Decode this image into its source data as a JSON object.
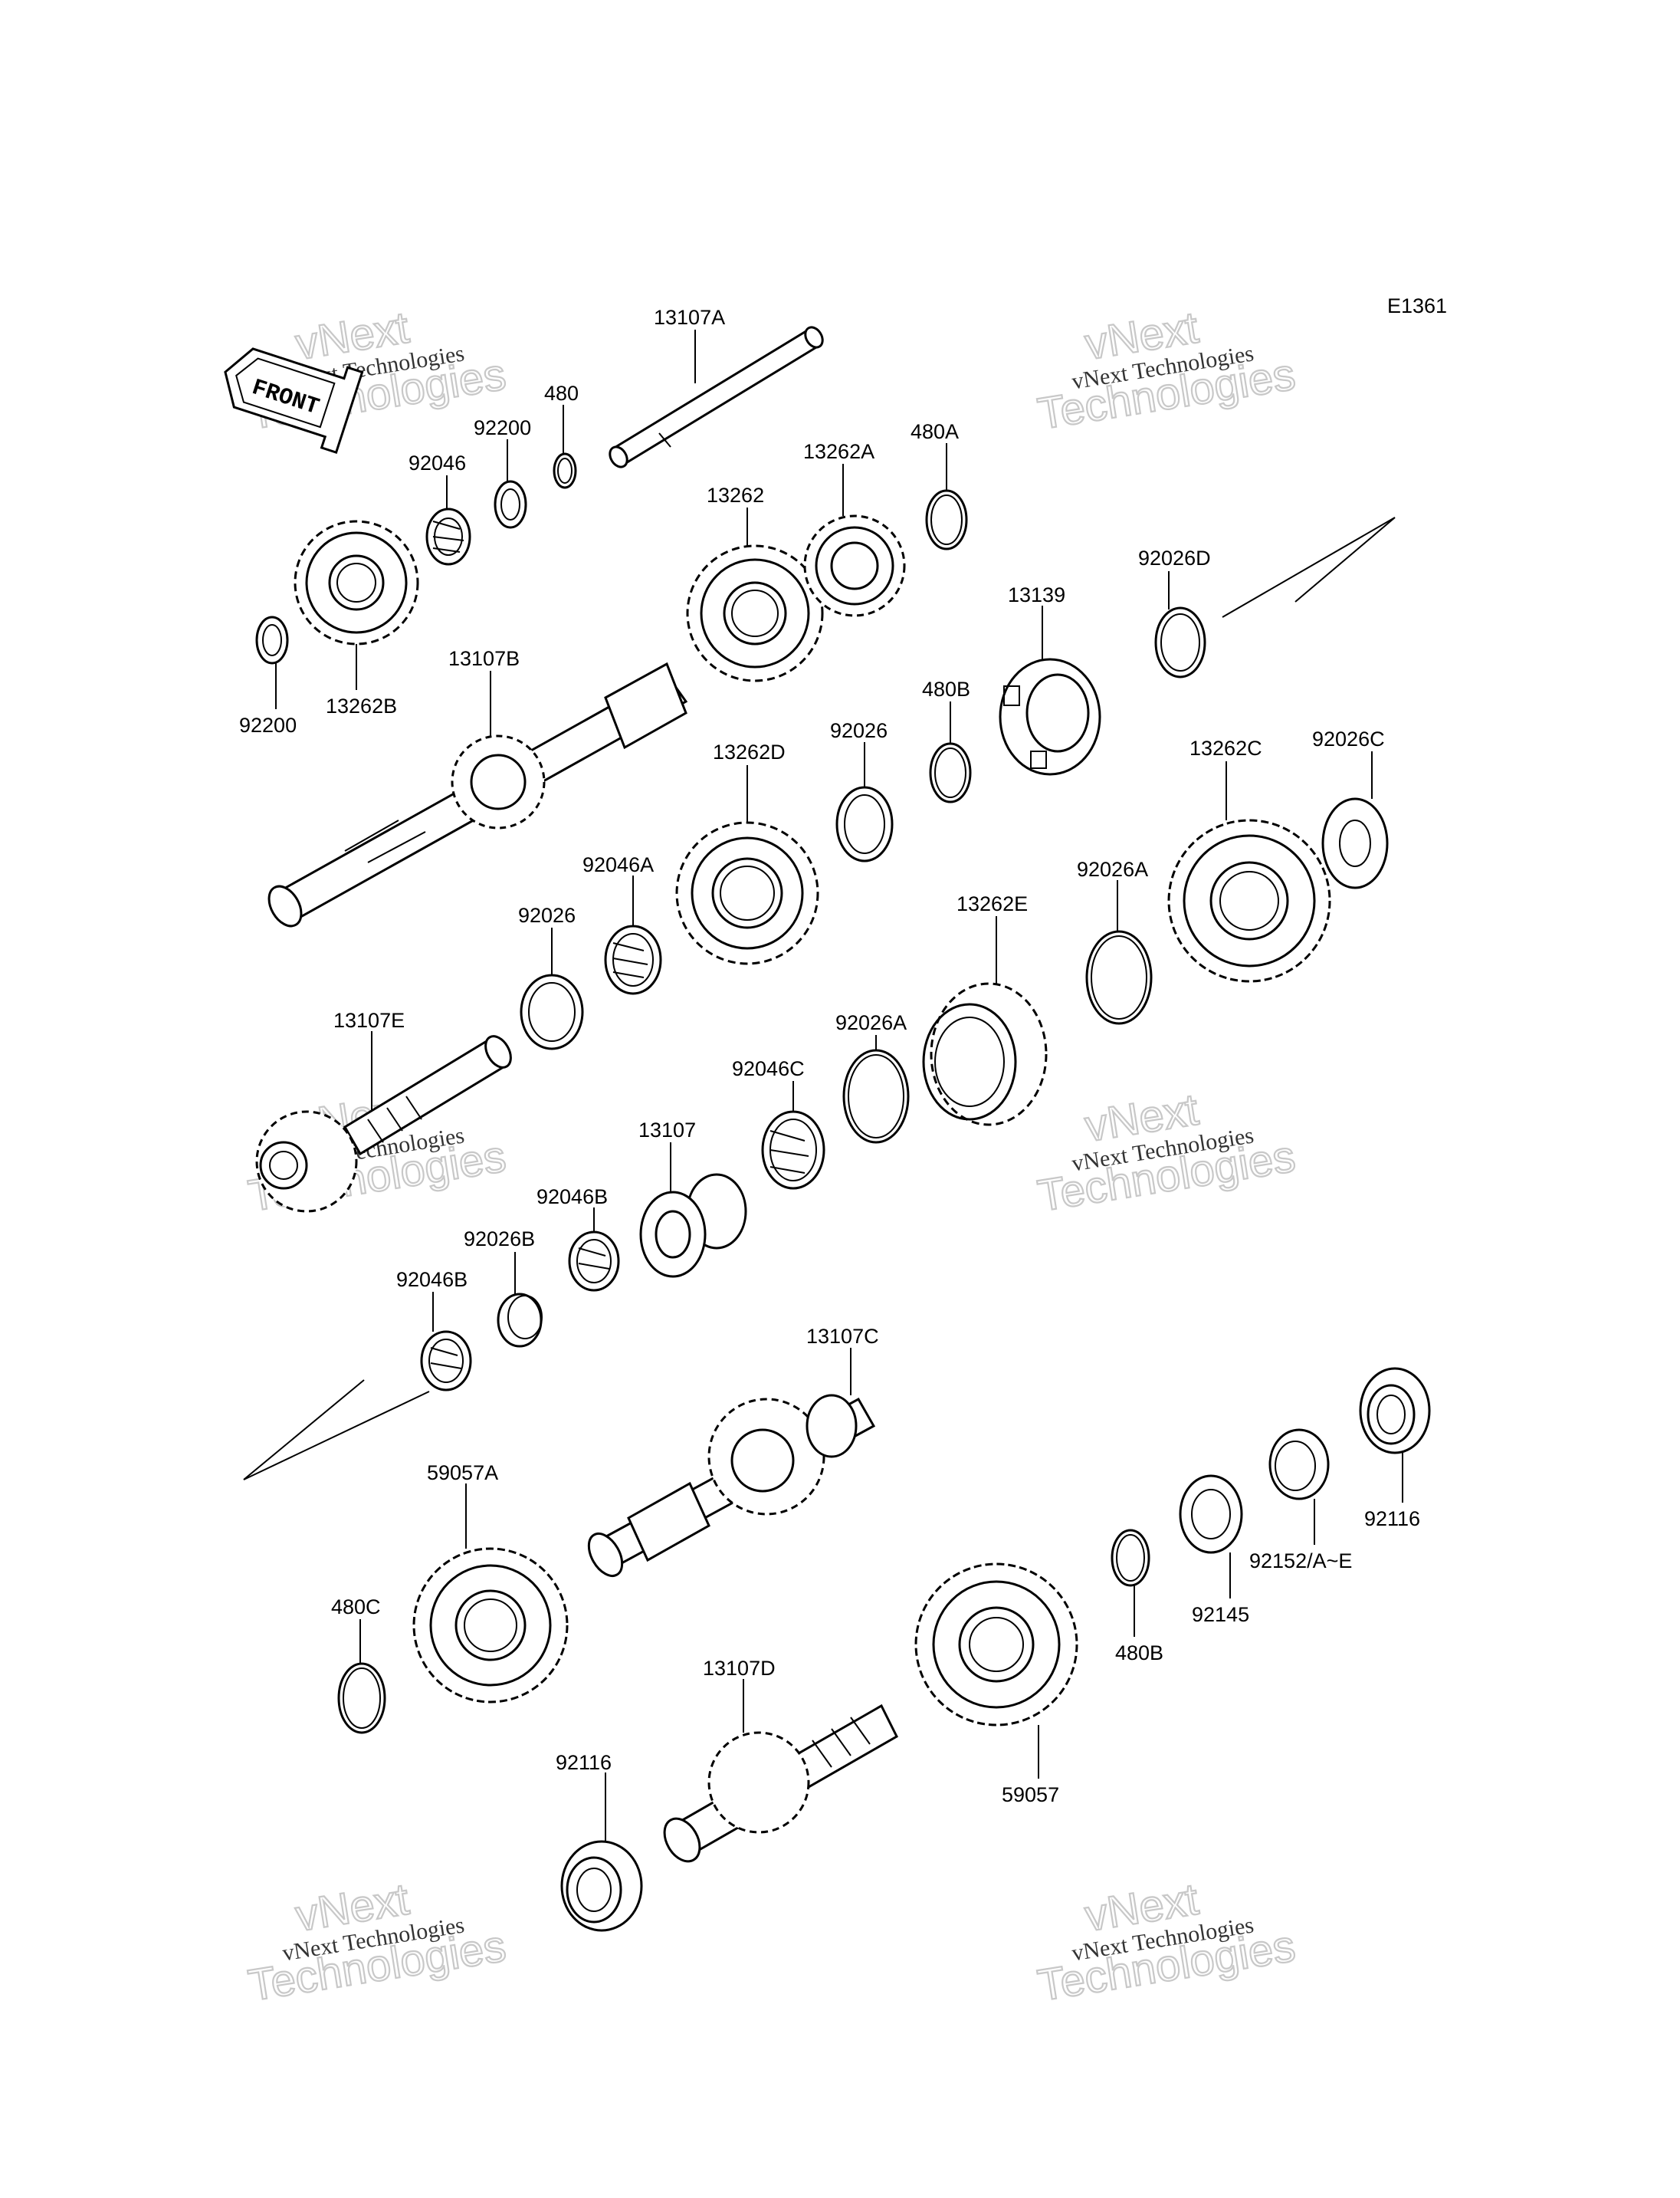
{
  "diagram_code": "E1361",
  "front_arrow_label": "FRONT",
  "watermark": {
    "line1": "vNext Technologies",
    "brand_top": "vNext",
    "brand_bottom": "Technologies"
  },
  "callouts": [
    "13107A",
    "480",
    "92200",
    "92046",
    "13262B",
    "92200",
    "13262",
    "13262A",
    "480A",
    "13107B",
    "13139",
    "92026D",
    "480B",
    "92026",
    "13262D",
    "92046A",
    "92026",
    "13262C",
    "92026C",
    "13262E",
    "92026A",
    "13107E",
    "92026A",
    "92046C",
    "13107",
    "92046B",
    "92026B",
    "92046B",
    "13107C",
    "59057A",
    "480C",
    "13107D",
    "92116",
    "59057",
    "480B",
    "92145",
    "92152/A~E",
    "92116"
  ]
}
